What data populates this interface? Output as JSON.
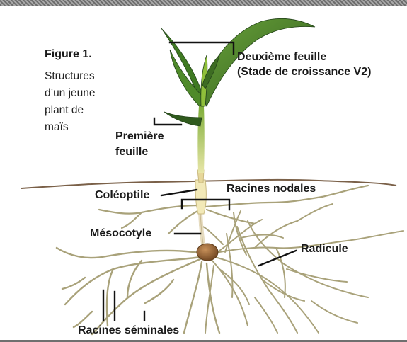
{
  "figure": {
    "title": "Figure 1.",
    "caption": "Structures d’un jeune plant de maïs"
  },
  "labels": {
    "second_leaf_line1": "Deuxième feuille",
    "second_leaf_line2": "(Stade de croissance V2)",
    "first_leaf_line1": "Première",
    "first_leaf_line2": "feuille",
    "coleoptile": "Coléoptile",
    "nodal_roots": "Racines nodales",
    "mesocotyl": "Mésocotyle",
    "radicle": "Radicule",
    "seminal_roots": "Racines séminales"
  },
  "colors": {
    "leaf_dark": "#2f5a1d",
    "leaf_mid": "#4f8a2a",
    "leaf_light": "#8fbf3a",
    "stem": "#a8c85a",
    "root": "#a9a27a",
    "root_dark": "#8a8360",
    "soil_line": "#7a6048",
    "seed": "#8a5a30",
    "leader": "#111111"
  }
}
